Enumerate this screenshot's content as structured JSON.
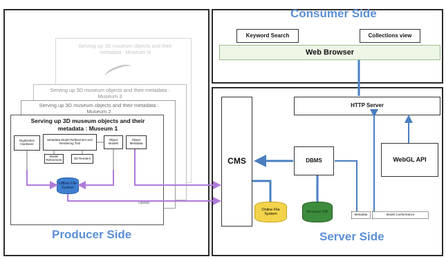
{
  "consumer": {
    "title": "Consumer Side",
    "keyword_search": "Keyword Search",
    "collections_view": "Collections view",
    "web_browser": "Web Browser"
  },
  "server": {
    "title": "Server Side",
    "http_server": "HTTP Server",
    "cms": "CMS",
    "dbms": "DBMS",
    "webgl_api": "WebGL API",
    "online_file_system": "Online File System",
    "museum_db": "Museum DB",
    "bottom_box_1": "Metadata",
    "bottom_box_2": "Model Conformance"
  },
  "producer": {
    "title": "Producer Side",
    "museums": [
      {
        "title": "Serving up 3D museum objects and their metadata : Museum N"
      },
      {
        "title": "Serving up 3D museum objects and their metadata : Museum 3"
      },
      {
        "title": "Serving up 3D museum objects and their metadata : Museum 2"
      },
      {
        "title": "Serving up 3D museum objects and their metadata : Museum 1"
      }
    ],
    "inner": {
      "digitization_hardware": "Digitization Hardware",
      "metadata_model": "Metadata Model Refinement and Rendering Tool",
      "model_refinement": "Model Refinement",
      "3d_renders": "3D Renders",
      "object_models": "Object Models",
      "object_metadata": "Object Metadata",
      "file_system": "Offline File System",
      "upload_label": "Upload"
    }
  },
  "colors": {
    "title_blue": "#5b8fd6",
    "arrow_blue": "#4a7fc1",
    "arrow_purple": "#b07ad8",
    "browser_green": "#eef6e6",
    "online_fs_yellow": "#f3d34a",
    "museum_db_green": "#3d8c3d",
    "offline_fs_blue": "#3f7fd0"
  }
}
